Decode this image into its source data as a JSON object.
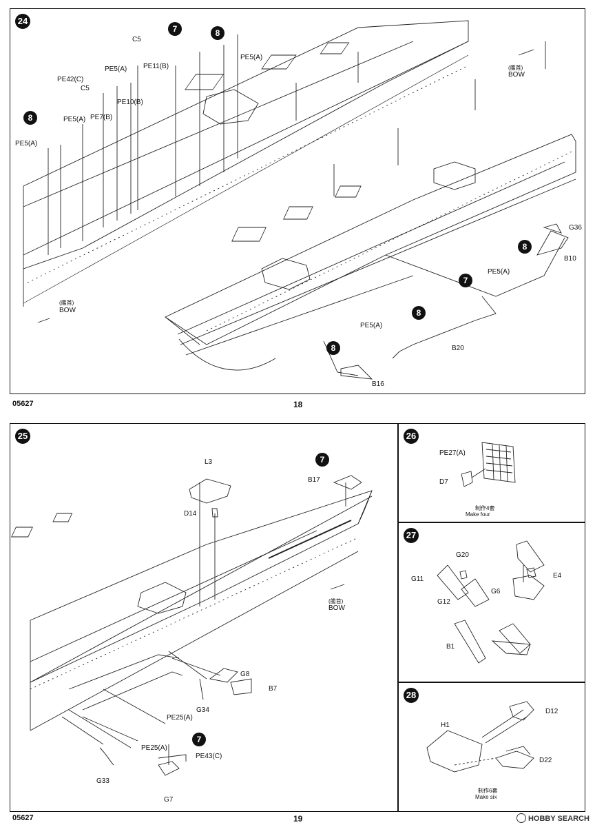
{
  "top": {
    "step": "24",
    "code": "05627",
    "page": "18",
    "bow_cn": "(艦首)",
    "bow": "BOW",
    "bow_cn_2": "(艦首)",
    "bow_2": "BOW",
    "subassembly_refs": [
      "7",
      "8",
      "8",
      "8",
      "7",
      "8",
      "8"
    ],
    "labels": {
      "c5_a": "C5",
      "c5_b": "C5",
      "pe11b": "PE11(B)",
      "pe5a_1": "PE5(A)",
      "pe5a_2": "PE5(A)",
      "pe5a_3": "PE5(A)",
      "pe42c": "PE42(C)",
      "pe10b": "PE10(B)",
      "pe7b": "PE7(B)",
      "pe5a_4": "PE5(A)",
      "pe5a_5": "PE5(A)",
      "g36": "G36",
      "b10": "B10",
      "pe5a_6": "PE5(A)",
      "b20": "B20",
      "b16": "B16"
    }
  },
  "bottom": {
    "step": "25",
    "code": "05627",
    "page": "19",
    "bow_cn": "(艦首)",
    "bow": "BOW",
    "labels": {
      "l3": "L3",
      "d14": "D14",
      "b17": "B17",
      "g8": "G8",
      "b7": "B7",
      "g34": "G34",
      "pe25a_1": "PE25(A)",
      "pe25a_2": "PE25(A)",
      "pe43c": "PE43(C)",
      "g33": "G33",
      "g7": "G7"
    },
    "refs": [
      "7",
      "7"
    ]
  },
  "step26": {
    "step": "26",
    "pe27a": "PE27(A)",
    "d7": "D7",
    "note_cn": "制作4套",
    "note": "Make four"
  },
  "step27": {
    "step": "27",
    "g20": "G20",
    "g11": "G11",
    "g12": "G12",
    "g6": "G6",
    "e4": "E4",
    "b1": "B1"
  },
  "step28": {
    "step": "28",
    "h1": "H1",
    "d12": "D12",
    "d22": "D22",
    "note_cn": "制作6套",
    "note": "Make six"
  },
  "watermark": "HOBBY SEARCH"
}
